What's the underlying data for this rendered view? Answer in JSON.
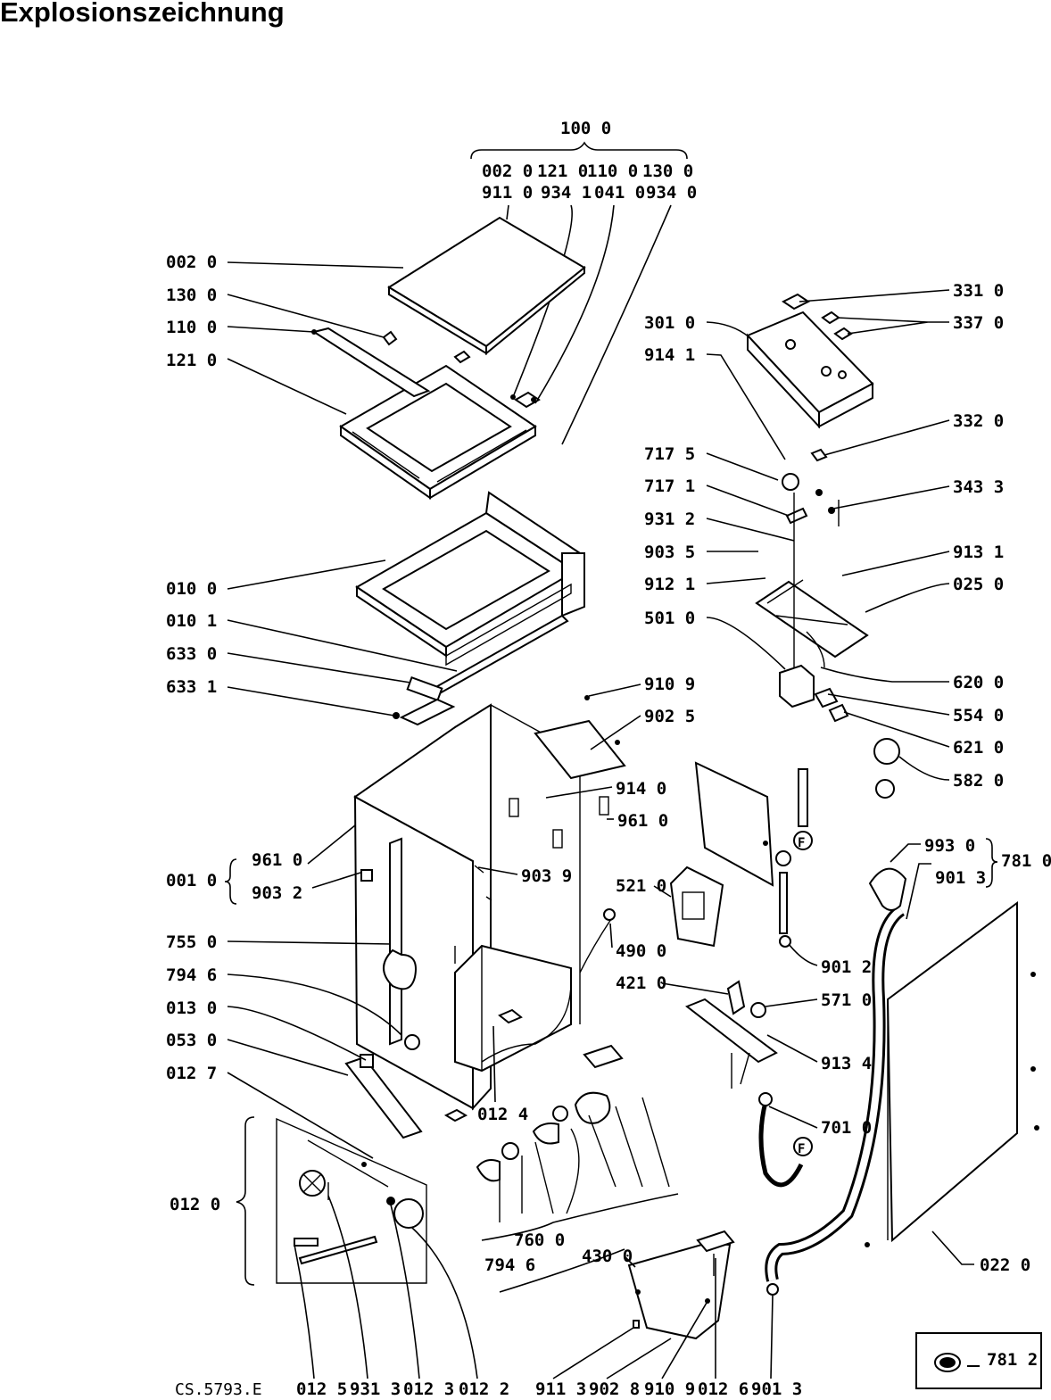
{
  "title": "Explosionszeichnung",
  "drawing_code": "CS.5793.E",
  "legend_box": {
    "label": "781 2"
  },
  "group_header": {
    "label": "100 0",
    "row1": [
      "002 0",
      "121 0",
      "110 0",
      "130 0"
    ],
    "row2": [
      "911 0",
      "934 1",
      "041 0",
      "934 0"
    ]
  },
  "labels": {
    "002_0": "002 0",
    "130_0": "130 0",
    "110_0": "110 0",
    "121_0": "121 0",
    "010_0": "010 0",
    "010_1": "010 1",
    "633_0": "633 0",
    "633_1": "633 1",
    "001_0": "001 0",
    "961_0_a": "961 0",
    "903_2": "903 2",
    "755_0": "755 0",
    "794_6_a": "794 6",
    "013_0": "013 0",
    "053_0": "053 0",
    "012_7": "012 7",
    "012_0": "012 0",
    "910_9_a": "910 9",
    "902_5": "902 5",
    "914_0": "914 0",
    "961_0_b": "961 0",
    "903_9": "903 9",
    "521_0": "521 0",
    "490_0": "490 0",
    "421_0": "421 0",
    "571_0": "571 0",
    "913_4": "913 4",
    "701_0": "701 0",
    "012_4": "012 4",
    "760_0": "760 0",
    "794_6_b": "794 6",
    "430_0": "430 0",
    "331_0": "331 0",
    "337_0": "337 0",
    "301_0": "301 0",
    "914_1": "914 1",
    "332_0": "332 0",
    "717_5": "717 5",
    "717_1": "717 1",
    "343_3": "343 3",
    "931_2": "931 2",
    "903_5": "903 5",
    "913_1": "913 1",
    "912_1": "912 1",
    "025_0": "025 0",
    "501_0": "501 0",
    "620_0": "620 0",
    "554_0": "554 0",
    "621_0": "621 0",
    "582_0": "582 0",
    "993_0": "993 0",
    "901_3_a": "901 3",
    "781_0": "781 0",
    "901_2": "901 2",
    "022_0": "022 0"
  },
  "bottom_labels": [
    "012 5",
    "931 3",
    "012 3",
    "012 2",
    "911 3",
    "902 8",
    "910 9",
    "012 6",
    "901 3"
  ],
  "callout_marks": {
    "f": "F"
  }
}
